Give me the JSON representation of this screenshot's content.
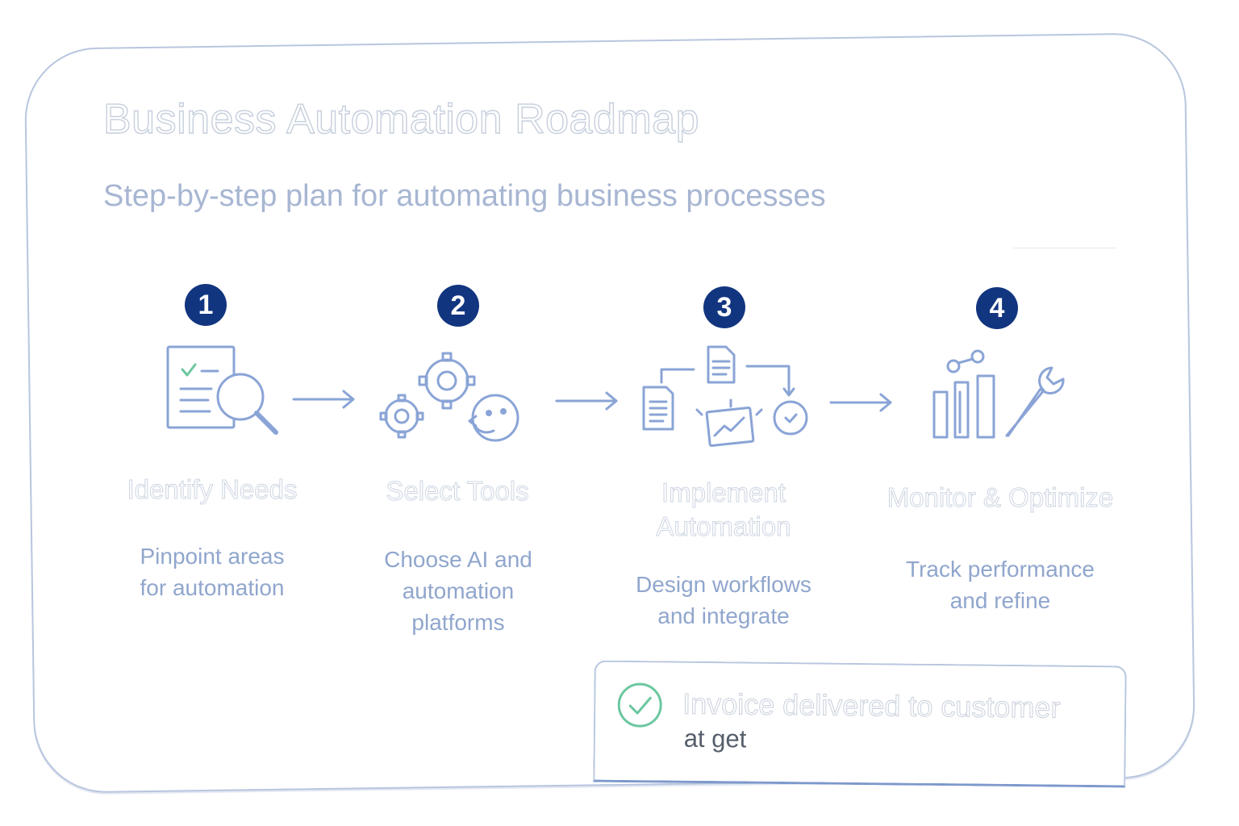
{
  "title": "Business Automation Roadmap",
  "subtitle": "Step-by-step plan for automating business processes",
  "colors": {
    "badge": "#12357f",
    "icon_stroke": "#8aa4d6",
    "accent_check": "#6cc7a0",
    "description_text": "#90a6cd"
  },
  "steps": [
    {
      "number": "1",
      "title": "Identify Needs",
      "description_lines": [
        "Pinpoint areas",
        "for automation"
      ],
      "icon": "checklist-magnifier-icon"
    },
    {
      "number": "2",
      "title": "Select Tools",
      "description_lines": [
        "Choose AI and",
        "automation",
        "platforms"
      ],
      "icon": "gears-robot-icon"
    },
    {
      "number": "3",
      "title_lines": [
        "Implement",
        "Automation"
      ],
      "description_lines": [
        "Design workflows",
        "and integrate"
      ],
      "icon": "workflow-documents-icon"
    },
    {
      "number": "4",
      "title": "Monitor & Optimize",
      "description_lines": [
        "Track performance",
        "and refine"
      ],
      "icon": "bar-chart-wrench-icon"
    }
  ],
  "notification": {
    "icon": "check-circle-icon",
    "title": "Invoice delivered to customer",
    "subtitle": "at get"
  }
}
